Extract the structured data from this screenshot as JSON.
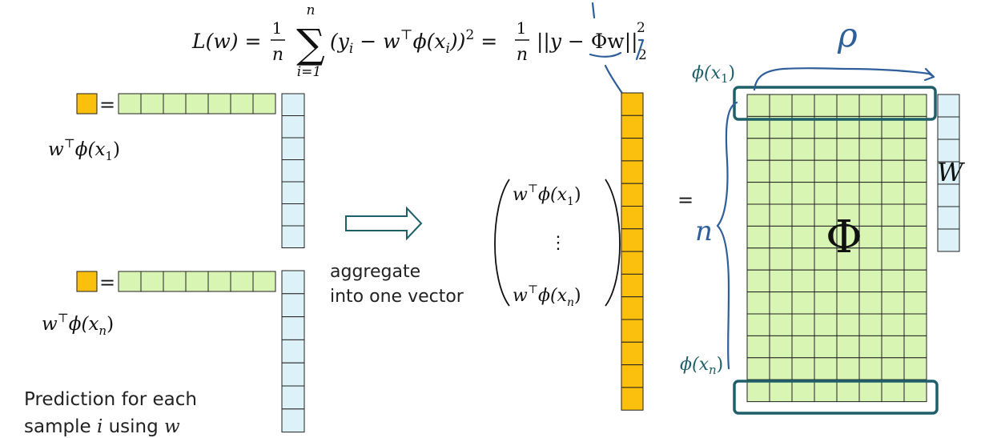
{
  "formula": {
    "lhs": "L(w) = ",
    "frac_num": "1",
    "frac_den": "n",
    "sum_upper": "n",
    "sum_lower": "i=1",
    "sum_symbol": "∑",
    "body": "(y",
    "body_sub_i": "i",
    "body_mid": " − w",
    "transpose": "⊤",
    "phi_part": "ϕ(x",
    "phi_sub": "i",
    "body_end": "))",
    "square": "2",
    "equals": " = ",
    "frac2_num": "1",
    "frac2_den": "n",
    "norm_open": "||y − ",
    "Phi_w": "Φw",
    "norm_close": "||",
    "norm_sup": "2",
    "norm_sub": "2"
  },
  "left_top": {
    "label_prefix": "w",
    "label_transpose": "⊤",
    "label_phi": "ϕ(x",
    "label_sub": "1",
    "label_close": ")",
    "equals": "="
  },
  "left_bottom": {
    "label_prefix": "w",
    "label_transpose": "⊤",
    "label_phi": "ϕ(x",
    "label_sub": "n",
    "label_close": ")",
    "equals": "="
  },
  "caption": {
    "line1": "Prediction for each",
    "line2_prefix": "sample ",
    "line2_i": "i",
    "line2_mid": " using ",
    "line2_w": "w"
  },
  "aggregate": {
    "line1": "aggregate",
    "line2": "into one vector"
  },
  "vector_entries": {
    "top_prefix": "w",
    "top_transpose": "⊤",
    "top_phi": "ϕ(x",
    "top_sub": "1",
    "top_close": ")",
    "dots": "⋮",
    "bottom_prefix": "w",
    "bottom_transpose": "⊤",
    "bottom_phi": "ϕ(x",
    "bottom_sub": "n",
    "bottom_close": ")"
  },
  "right": {
    "equals": "=",
    "Phi_label": "Φ",
    "w_label": "W",
    "phi_x1": "ϕ(x",
    "phi_x1_sub": "1",
    "phi_x1_close": ")",
    "phi_xn": "ϕ(x",
    "phi_xn_sub": "n",
    "phi_xn_close": ")",
    "p_label": "ρ",
    "n_label": "n"
  },
  "colors": {
    "yellow": "#fbbf0e",
    "green": "#d9f5b4",
    "blue": "#dcf2f8",
    "teal": "#1f5f6a",
    "hand": "#2e5f9a",
    "grid": "#222222"
  }
}
